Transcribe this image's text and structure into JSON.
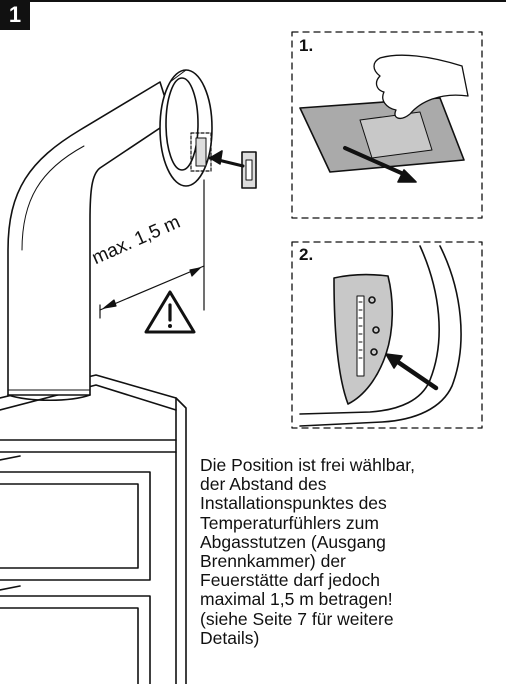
{
  "step": {
    "number": "1"
  },
  "insets": [
    {
      "label": "1."
    },
    {
      "label": "2."
    }
  ],
  "dimension": {
    "label": "max. 1,5 m"
  },
  "description": {
    "lines": [
      "Die Position ist frei wählbar,",
      "der Abstand des",
      "Installationspunktes des",
      "Temperaturfühlers zum",
      "Abgasstutzen (Ausgang",
      "Brennkammer) der",
      "Feuerstätte darf jedoch",
      "maximal 1,5 m betragen!",
      "(siehe Seite 7 für weitere",
      "Details)"
    ]
  },
  "icons": {
    "warning": "warning-triangle-icon",
    "arrow": "arrow-icon",
    "hand": "hand-icon"
  }
}
